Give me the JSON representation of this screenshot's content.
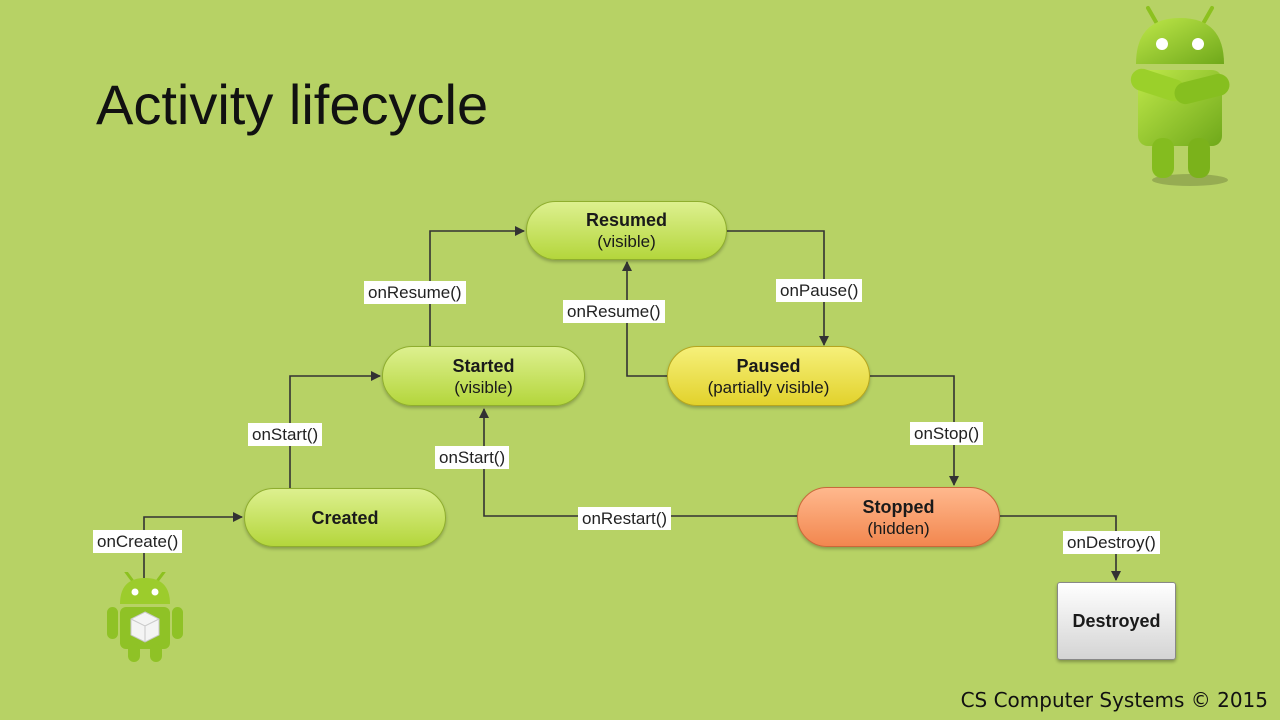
{
  "title": "Activity lifecycle",
  "footer": "CS Computer Systems © 2015",
  "colors": {
    "background": "#b7d265",
    "arrow": "#333333"
  },
  "states": {
    "resumed": {
      "name": "Resumed",
      "sub": "(visible)"
    },
    "started": {
      "name": "Started",
      "sub": "(visible)"
    },
    "paused": {
      "name": "Paused",
      "sub": "(partially visible)"
    },
    "created": {
      "name": "Created"
    },
    "stopped": {
      "name": "Stopped",
      "sub": "(hidden)"
    },
    "destroyed": {
      "name": "Destroyed"
    }
  },
  "transitions": {
    "on_create": "onCreate()",
    "on_start_created": "onStart()",
    "on_resume_started": "onResume()",
    "on_pause": "onPause()",
    "on_resume_paused": "onResume()",
    "on_stop": "onStop()",
    "on_restart": "onRestart()",
    "on_start_restart": "onStart()",
    "on_destroy": "onDestroy()"
  },
  "icons": {
    "mascot": "android-arms-crossed-icon",
    "start": "android-box-icon"
  }
}
